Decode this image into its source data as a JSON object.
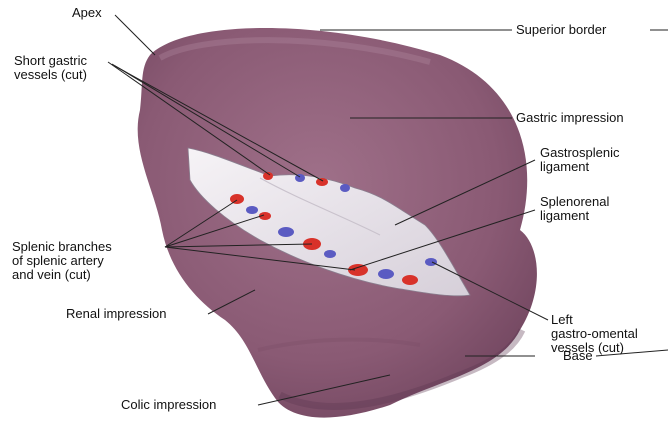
{
  "labels": {
    "apex": "Apex",
    "short_gastric": [
      "Short gastric",
      "vessels (cut)"
    ],
    "superior_border": "Superior border",
    "gastric_impression": "Gastric impression",
    "gastrosplenic": [
      "Gastrosplenic",
      "ligament"
    ],
    "splenorenal": [
      "Splenorenal",
      "ligament"
    ],
    "splenic_branches": [
      "Splenic branches",
      "of splenic artery",
      "and vein (cut)"
    ],
    "left_gastro_omental": [
      "Left",
      "gastro-omental",
      "vessels (cut)"
    ],
    "renal_impression": "Renal impression",
    "base": "Base",
    "colic_impression": "Colic impression"
  },
  "colors": {
    "spleen_surface": "#8e6079",
    "spleen_shadow": "#6e4560",
    "hilum_membrane": "#ece8ee",
    "artery": "#d8322a",
    "vein": "#5b5bc2"
  }
}
